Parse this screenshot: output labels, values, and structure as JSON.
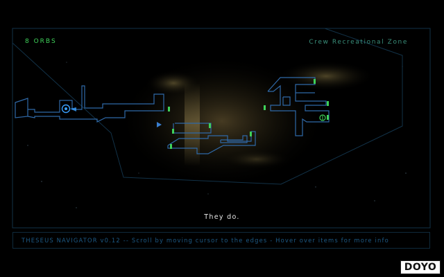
{
  "hud": {
    "orb_count": "8 ORBS",
    "zone_name": "Crew Recreational Zone"
  },
  "dialogue": {
    "subtitle": "They do."
  },
  "status_bar": {
    "text": "THESEUS NAVIGATOR v0.12  -- Scroll by moving cursor to the edges  -  Hover over items for more info"
  },
  "watermark": {
    "text": "DOYO"
  },
  "colors": {
    "background": "#000000",
    "map_line": "#2f69a8",
    "orb": "#3fd25a",
    "player": "#3aa0ff",
    "hud_frame": "#123248",
    "zone_label": "#3a8f7b"
  },
  "icons": {
    "player_marker": "player-orb-icon",
    "direction_marker": "triangle-right-icon",
    "orb_marker": "orb-icon",
    "item_marker": "circle-item-icon"
  }
}
